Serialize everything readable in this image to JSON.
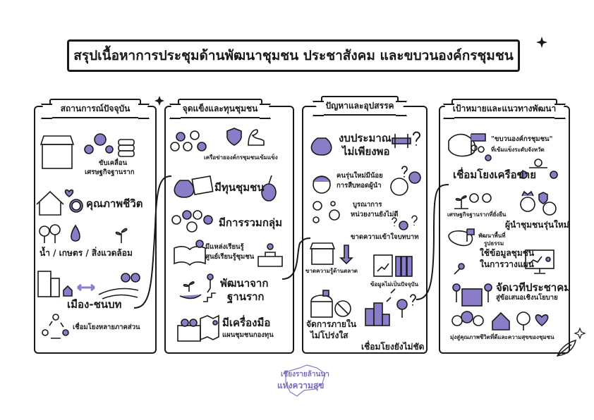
{
  "title": "สรุปเนื้อหาการประชุมด้านพัฒนาชุมชน ประชาสังคม และขบวนองค์กรชุมชน",
  "colors": {
    "accent": "#8b7cc8",
    "ink": "#1a1a1a",
    "logo": "#7b6bb8"
  },
  "panels": [
    {
      "header": "สถานการณ์ปัจจุบัน",
      "items": [
        {
          "lines": [
            "ขับเคลื่อน",
            "เศรษฐกิจฐานราก"
          ],
          "icons": [
            "market-stall-icon",
            "gears-icon",
            "coins-icon"
          ]
        },
        {
          "lines": [
            "คุณภาพชีวิต"
          ],
          "icons": [
            "house-icon",
            "heart-icon",
            "woman-icon"
          ]
        },
        {
          "lines": [
            "น้ำ / เกษตร / สิ่งแวดล้อม"
          ],
          "icons": [
            "trees-icon",
            "water-drop-icon",
            "sprout-icon"
          ]
        },
        {
          "lines": [
            "เมือง-ชนบท"
          ],
          "icons": [
            "city-icon",
            "double-arrow-icon",
            "farmland-icon"
          ]
        },
        {
          "lines": [
            "เชื่อมโยงหลายภาคส่วน"
          ],
          "icons": [
            "people-cycle-icon"
          ]
        }
      ]
    },
    {
      "header": "จุดแข็งและทุนชุมชน",
      "items": [
        {
          "lines": [
            "เครือข่ายองค์กรชุมชนเข้มแข็ง"
          ],
          "icons": [
            "people-network-icon",
            "shield-check-icon",
            "muscle-arm-icon"
          ]
        },
        {
          "lines": [
            "มีทุนชุมชน"
          ],
          "icons": [
            "money-bag-icon",
            "bankbook-icon",
            "drum-icon"
          ]
        },
        {
          "lines": [
            "มีการรวมกลุ่ม"
          ],
          "icons": [
            "group-icon"
          ]
        },
        {
          "lines": [
            "มีแหล่งเรียนรู้",
            "ศูนย์เรียนรู้ชุมชน"
          ],
          "icons": [
            "open-book-icon",
            "lightbulb-icon",
            "school-icon"
          ]
        },
        {
          "lines": [
            "พัฒนาจาก",
            "ฐานราก"
          ],
          "icons": [
            "hand-plant-icon",
            "climbing-stairs-icon"
          ]
        },
        {
          "lines": [
            "มีเครื่องมือ",
            "แผนชุมชนกองทุน"
          ],
          "icons": [
            "toolbox-icon",
            "map-icon"
          ]
        }
      ]
    },
    {
      "header": "ปัญหาและอุปสรรค",
      "items": [
        {
          "lines": [
            "งบประมาณ",
            "ไม่เพียงพอ"
          ],
          "icons": [
            "money-bag-icon",
            "barrier-icon",
            "question-icon"
          ]
        },
        {
          "lines": [
            "คนรุ่นใหม่มีน้อย",
            "การสืบทอดผู้นำ"
          ],
          "icons": [
            "young-face-icon",
            "question-icon",
            "elder-face-icon",
            "clock-icon"
          ]
        },
        {
          "lines": [
            "บูรณาการ",
            "หน่วยงานยังไม่ดี"
          ],
          "icons": [
            "gears-people-icon"
          ]
        },
        {
          "lines": [
            "ขาดความเข้าใจบทบาท"
          ],
          "icons": [
            "confused-people-icon"
          ]
        },
        {
          "lines": [
            "ขาดความรู้ด้านตลาด"
          ],
          "icons": [
            "market-stall-icon",
            "arrow-down-icon"
          ]
        },
        {
          "lines": [
            "ข้อมูลไม่เป็นปัจจุบัน"
          ],
          "icons": [
            "chart-document-icon",
            "binders-icon"
          ]
        },
        {
          "lines": [
            "จัดการภายใน",
            "ไม่โปร่งใส"
          ],
          "icons": [
            "locked-chest-icon",
            "prohibited-icon"
          ]
        },
        {
          "lines": [
            "เชื่อมโยงยังไม่ชัด"
          ],
          "icons": [
            "buildings-icon",
            "broken-link-icon",
            "tree-icon"
          ]
        }
      ]
    },
    {
      "header": "เป้าหมายและแนวทางพัฒนา",
      "items": [
        {
          "lines": [
            "\"ขบวนองค์กรชุมชน\"",
            "ที่เข้มแข็งระดับจังหวัด"
          ],
          "icons": [
            "province-map-icon",
            "flag-icon",
            "people-icon"
          ]
        },
        {
          "lines": [
            "เชื่อมโยงเครือข่าย"
          ],
          "icons": [
            "network-icon"
          ]
        },
        {
          "lines": [
            "เศรษฐกิจฐานรากที่ยั่งยืน"
          ],
          "icons": [
            "sprout-icon",
            "gear-icon",
            "recycle-icon"
          ]
        },
        {
          "lines": [
            "ผู้นำชุมชนรุ่นใหม่"
          ],
          "icons": [
            "crowned-leader-icon",
            "shield-icon",
            "elder-face-icon"
          ]
        },
        {
          "lines": [
            "พัฒนาพื้นที่",
            "รูปธรรม"
          ],
          "icons": [
            "map-flag-icon"
          ]
        },
        {
          "lines": [
            "ใช้ข้อมูลชุมชน",
            "ในการวางแผน"
          ],
          "icons": [
            "monitor-chart-icon"
          ]
        },
        {
          "lines": [
            "จัดเวทีประชาคม",
            "สู่ข้อเสนอเชิงนโยบาย"
          ],
          "icons": [
            "microphone-icon",
            "puzzle-people-icon"
          ]
        },
        {
          "lines": [
            "มุ่งสู่คุณภาพชีวิตที่ดีและความสุขของชุมชน"
          ],
          "icons": [
            "smiling-faces-icon",
            "house-icon",
            "tree-icon",
            "heart-icon"
          ]
        }
      ]
    }
  ],
  "footer_logo": {
    "line1": "เชียงรายล้านนา",
    "line2": "แห่งความสุข"
  }
}
